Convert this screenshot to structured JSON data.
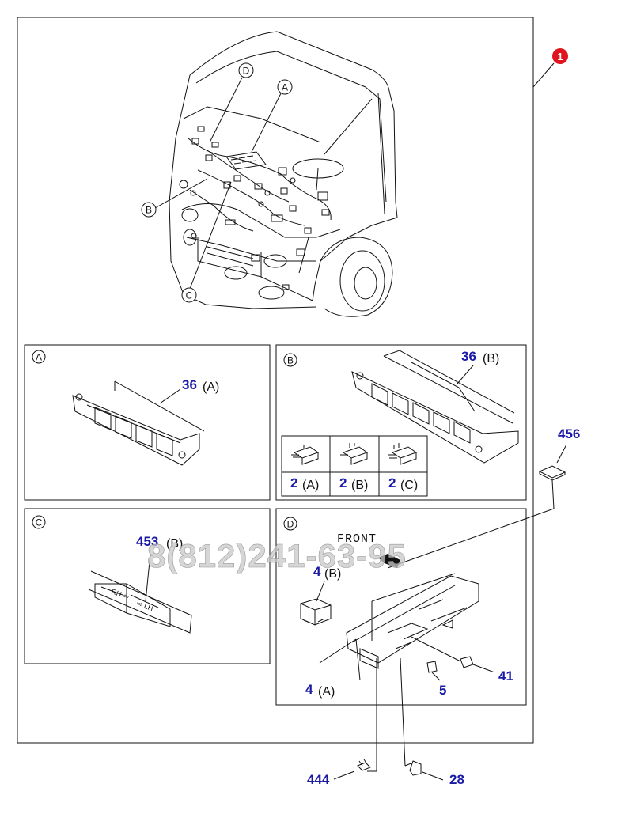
{
  "main_ref": "1",
  "parts": [
    {
      "num": "36",
      "sub": "(A)"
    },
    {
      "num": "36",
      "sub": "(B)"
    },
    {
      "num": "2",
      "sub": "(A)"
    },
    {
      "num": "2",
      "sub": "(B)"
    },
    {
      "num": "2",
      "sub": "(C)"
    },
    {
      "num": "456",
      "sub": ""
    },
    {
      "num": "453",
      "sub": "(B)"
    },
    {
      "num": "4",
      "sub": "(B)"
    },
    {
      "num": "4",
      "sub": "(A)"
    },
    {
      "num": "41",
      "sub": ""
    },
    {
      "num": "5",
      "sub": ""
    },
    {
      "num": "444",
      "sub": ""
    },
    {
      "num": "28",
      "sub": ""
    }
  ],
  "detail_panels": [
    "A",
    "B",
    "C",
    "D"
  ],
  "callouts": [
    "D",
    "A",
    "B",
    "C"
  ],
  "front_label": "FRONT",
  "watermark": "8(812)241-63-95",
  "colors": {
    "part_number": "#1a1aa6",
    "badge": "#e0141e",
    "line": "#111111"
  }
}
